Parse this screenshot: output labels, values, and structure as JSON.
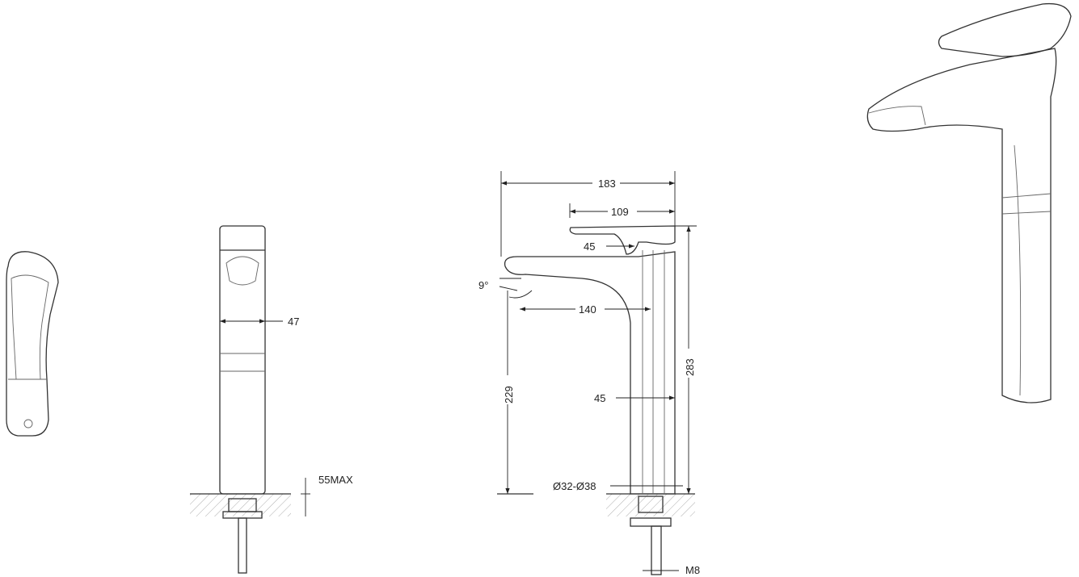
{
  "drawing": {
    "front_view": {
      "width_label": "47",
      "clearance_label": "55MAX"
    },
    "side_view": {
      "overall_length": "183",
      "lever_length": "109",
      "lever_height": "45",
      "spout_angle": "9°",
      "spout_reach": "140",
      "spout_height": "229",
      "overall_height": "283",
      "body_width": "45",
      "hole_diameter": "Ø32-Ø38",
      "thread": "M8"
    }
  }
}
